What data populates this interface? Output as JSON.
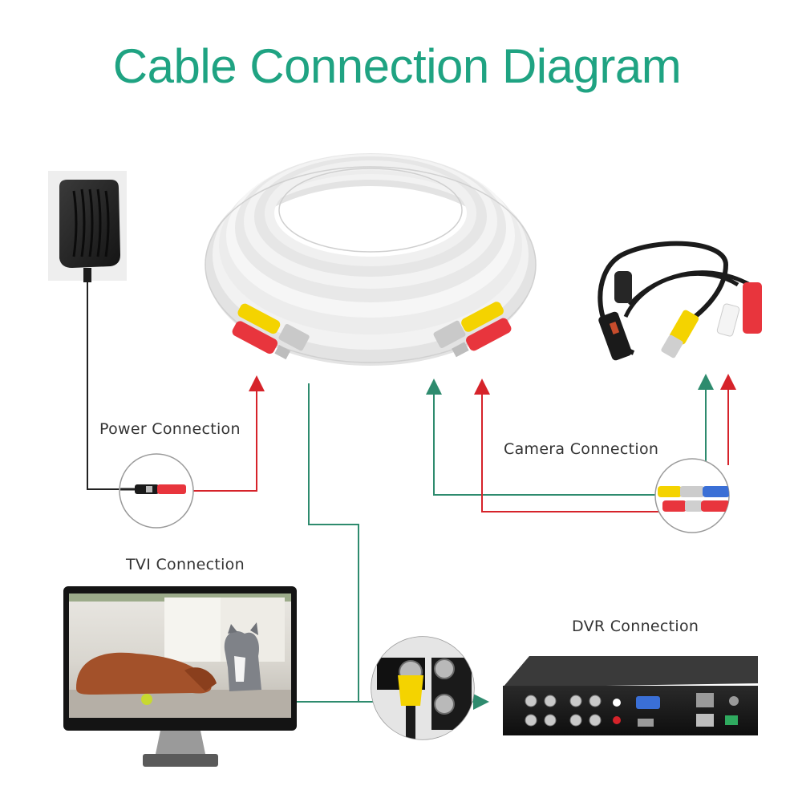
{
  "title": "Cable Connection Diagram",
  "labels": {
    "power": "Power Connection",
    "camera": "Camera Connection",
    "tvi": "TVI Connection",
    "dvr": "DVR Connection"
  },
  "colors": {
    "title": "#1fa382",
    "video_line": "#2e8b6e",
    "power_line": "#d6232a",
    "connector_yellow": "#f5d800",
    "connector_red": "#e8353d"
  },
  "icons": [
    "power-adapter-icon",
    "cable-coil-icon",
    "camera-pigtail-icon",
    "monitor-icon",
    "dvr-icon"
  ]
}
